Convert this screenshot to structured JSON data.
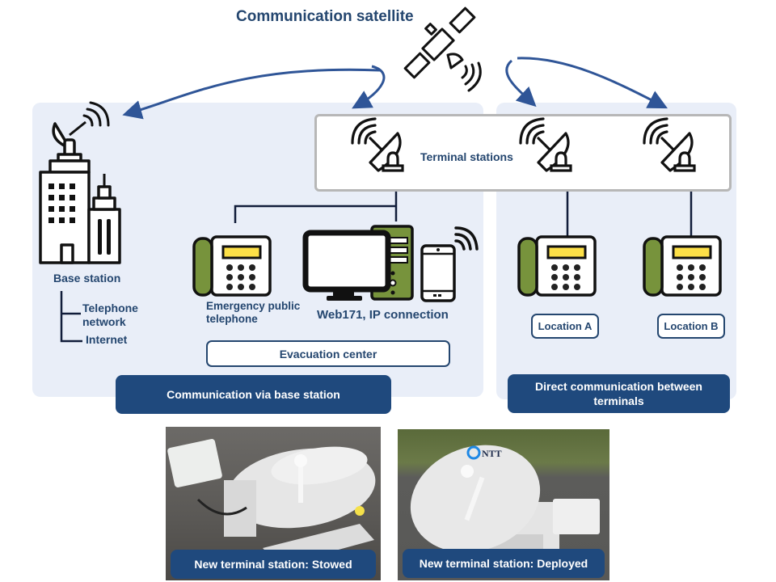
{
  "title": "Communication satellite",
  "colors": {
    "navy": "#1f497d",
    "text_navy": "#24466f",
    "panel_bg": "#e9eef8",
    "phone_green": "#77933c",
    "phone_yellow": "#fde047",
    "arrow_blue": "#2f5597"
  },
  "icons": {
    "satellite": "satellite-icon",
    "base_station": "building-antenna-icon",
    "terminal": "satellite-dish-icon",
    "phone": "telephone-icon",
    "computer": "desktop-computer-icon",
    "smartphone": "smartphone-icon"
  },
  "base_station": {
    "label": "Base station",
    "links": [
      "Telephone network",
      "Internet"
    ]
  },
  "terminal_stations": {
    "label": "Terminal stations"
  },
  "evacuation": {
    "phone_label": "Emergency public telephone",
    "ip_label": "Web171, IP connection",
    "center_label": "Evacuation center"
  },
  "locations": [
    "Location A",
    "Location B"
  ],
  "captions": {
    "via_base": "Communication via base station",
    "direct": "Direct communication between terminals"
  },
  "photos": [
    {
      "caption": "New terminal station: Stowed"
    },
    {
      "caption": "New terminal station: Deployed",
      "logo_text": "NTT"
    }
  ]
}
